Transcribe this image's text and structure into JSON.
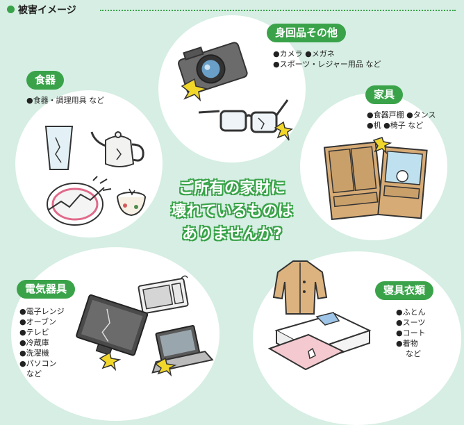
{
  "header": {
    "title": "被害イメージ"
  },
  "center_message": {
    "line1": "ご所有の家財に",
    "line2": "壊れているものは",
    "line3": "ありませんか?"
  },
  "categories": {
    "personal": {
      "title": "身回品その他",
      "items": [
        "●カメラ ●メガネ",
        "●スポーツ・レジャー用品 など"
      ]
    },
    "tableware": {
      "title": "食器",
      "items": [
        "●食器・調理用具 など"
      ]
    },
    "furniture": {
      "title": "家具",
      "items": [
        "●食器戸棚 ●タンス",
        "●机 ●椅子 など"
      ]
    },
    "appliances": {
      "title": "電気器具",
      "items": [
        "●電子レンジ",
        "●オーブン",
        "●テレビ",
        "●冷蔵庫",
        "●洗濯機",
        "●パソコン",
        "など"
      ]
    },
    "bedding": {
      "title": "寝具衣類",
      "items": [
        "●ふとん",
        "●スーツ",
        "●コート",
        "●着物",
        "など"
      ]
    }
  },
  "colors": {
    "accent": "#3aa34a",
    "background": "#d6eee3"
  }
}
